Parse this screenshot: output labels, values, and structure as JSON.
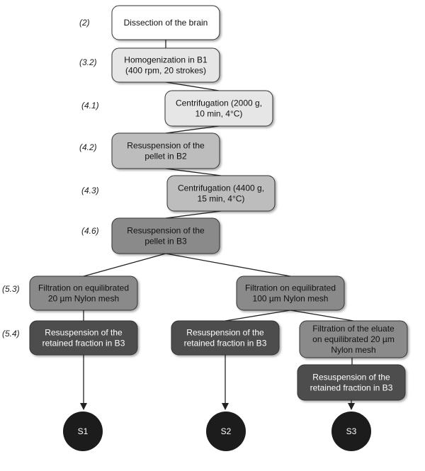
{
  "steps": [
    {
      "id": "dissection",
      "step": "(2)",
      "lines": [
        "Dissection of the brain"
      ],
      "fill": "#ffffff",
      "text_color": "#111111"
    },
    {
      "id": "homogenization",
      "step": "(3.2)",
      "lines": [
        "Homogenization in B1",
        "(400 rpm, 20 strokes)"
      ],
      "fill": "#e6e6e6",
      "text_color": "#111111"
    },
    {
      "id": "centrifugation-2000g",
      "step": "(4.1)",
      "lines": [
        "Centrifugation (2000 g,",
        "10 min, 4°C)"
      ],
      "fill": "#e6e6e6",
      "text_color": "#111111"
    },
    {
      "id": "resuspension-b2",
      "step": "(4.2)",
      "lines": [
        "Resuspension of the",
        "pellet in B2"
      ],
      "fill": "#bdbdbd",
      "text_color": "#111111"
    },
    {
      "id": "centrifugation-4400g",
      "step": "(4.3)",
      "lines": [
        "Centrifugation (4400 g,",
        "15 min, 4°C)"
      ],
      "fill": "#bdbdbd",
      "text_color": "#111111"
    },
    {
      "id": "resuspension-b3",
      "step": "(4.6)",
      "lines": [
        "Resuspension of the",
        "pellet in B3"
      ],
      "fill": "#8a8a8a",
      "text_color": "#111111"
    },
    {
      "id": "filtration-20um",
      "step": "(5.3)",
      "lines": [
        "Filtration on equilibrated",
        "20 µm Nylon mesh"
      ],
      "fill": "#8a8a8a",
      "text_color": "#111111"
    },
    {
      "id": "filtration-100um",
      "step": "",
      "lines": [
        "Filtration on equilibrated",
        "100 µm Nylon mesh"
      ],
      "fill": "#8a8a8a",
      "text_color": "#111111"
    },
    {
      "id": "retained-b3-left",
      "step": "(5.4)",
      "lines": [
        "Resuspension of the",
        "retained fraction in B3"
      ],
      "fill": "#4d4d4d",
      "text_color": "#ffffff"
    },
    {
      "id": "retained-b3-middle",
      "step": "",
      "lines": [
        "Resuspension of the",
        "retained fraction in B3"
      ],
      "fill": "#4d4d4d",
      "text_color": "#ffffff"
    },
    {
      "id": "filtration-eluate",
      "step": "",
      "lines": [
        "Filtration of the eluate",
        "on equilibrated 20 µm",
        "Nylon mesh"
      ],
      "fill": "#8a8a8a",
      "text_color": "#111111"
    },
    {
      "id": "retained-b3-right",
      "step": "",
      "lines": [
        "Resuspension of the",
        "retained fraction in B3"
      ],
      "fill": "#4d4d4d",
      "text_color": "#ffffff"
    }
  ],
  "outputs": [
    {
      "id": "s1",
      "label": "S1"
    },
    {
      "id": "s2",
      "label": "S2"
    },
    {
      "id": "s3",
      "label": "S3"
    }
  ],
  "colors": {
    "connector": "#222222",
    "outline": "#333333",
    "output_fill": "#1c1c1c",
    "output_text": "#ffffff"
  }
}
